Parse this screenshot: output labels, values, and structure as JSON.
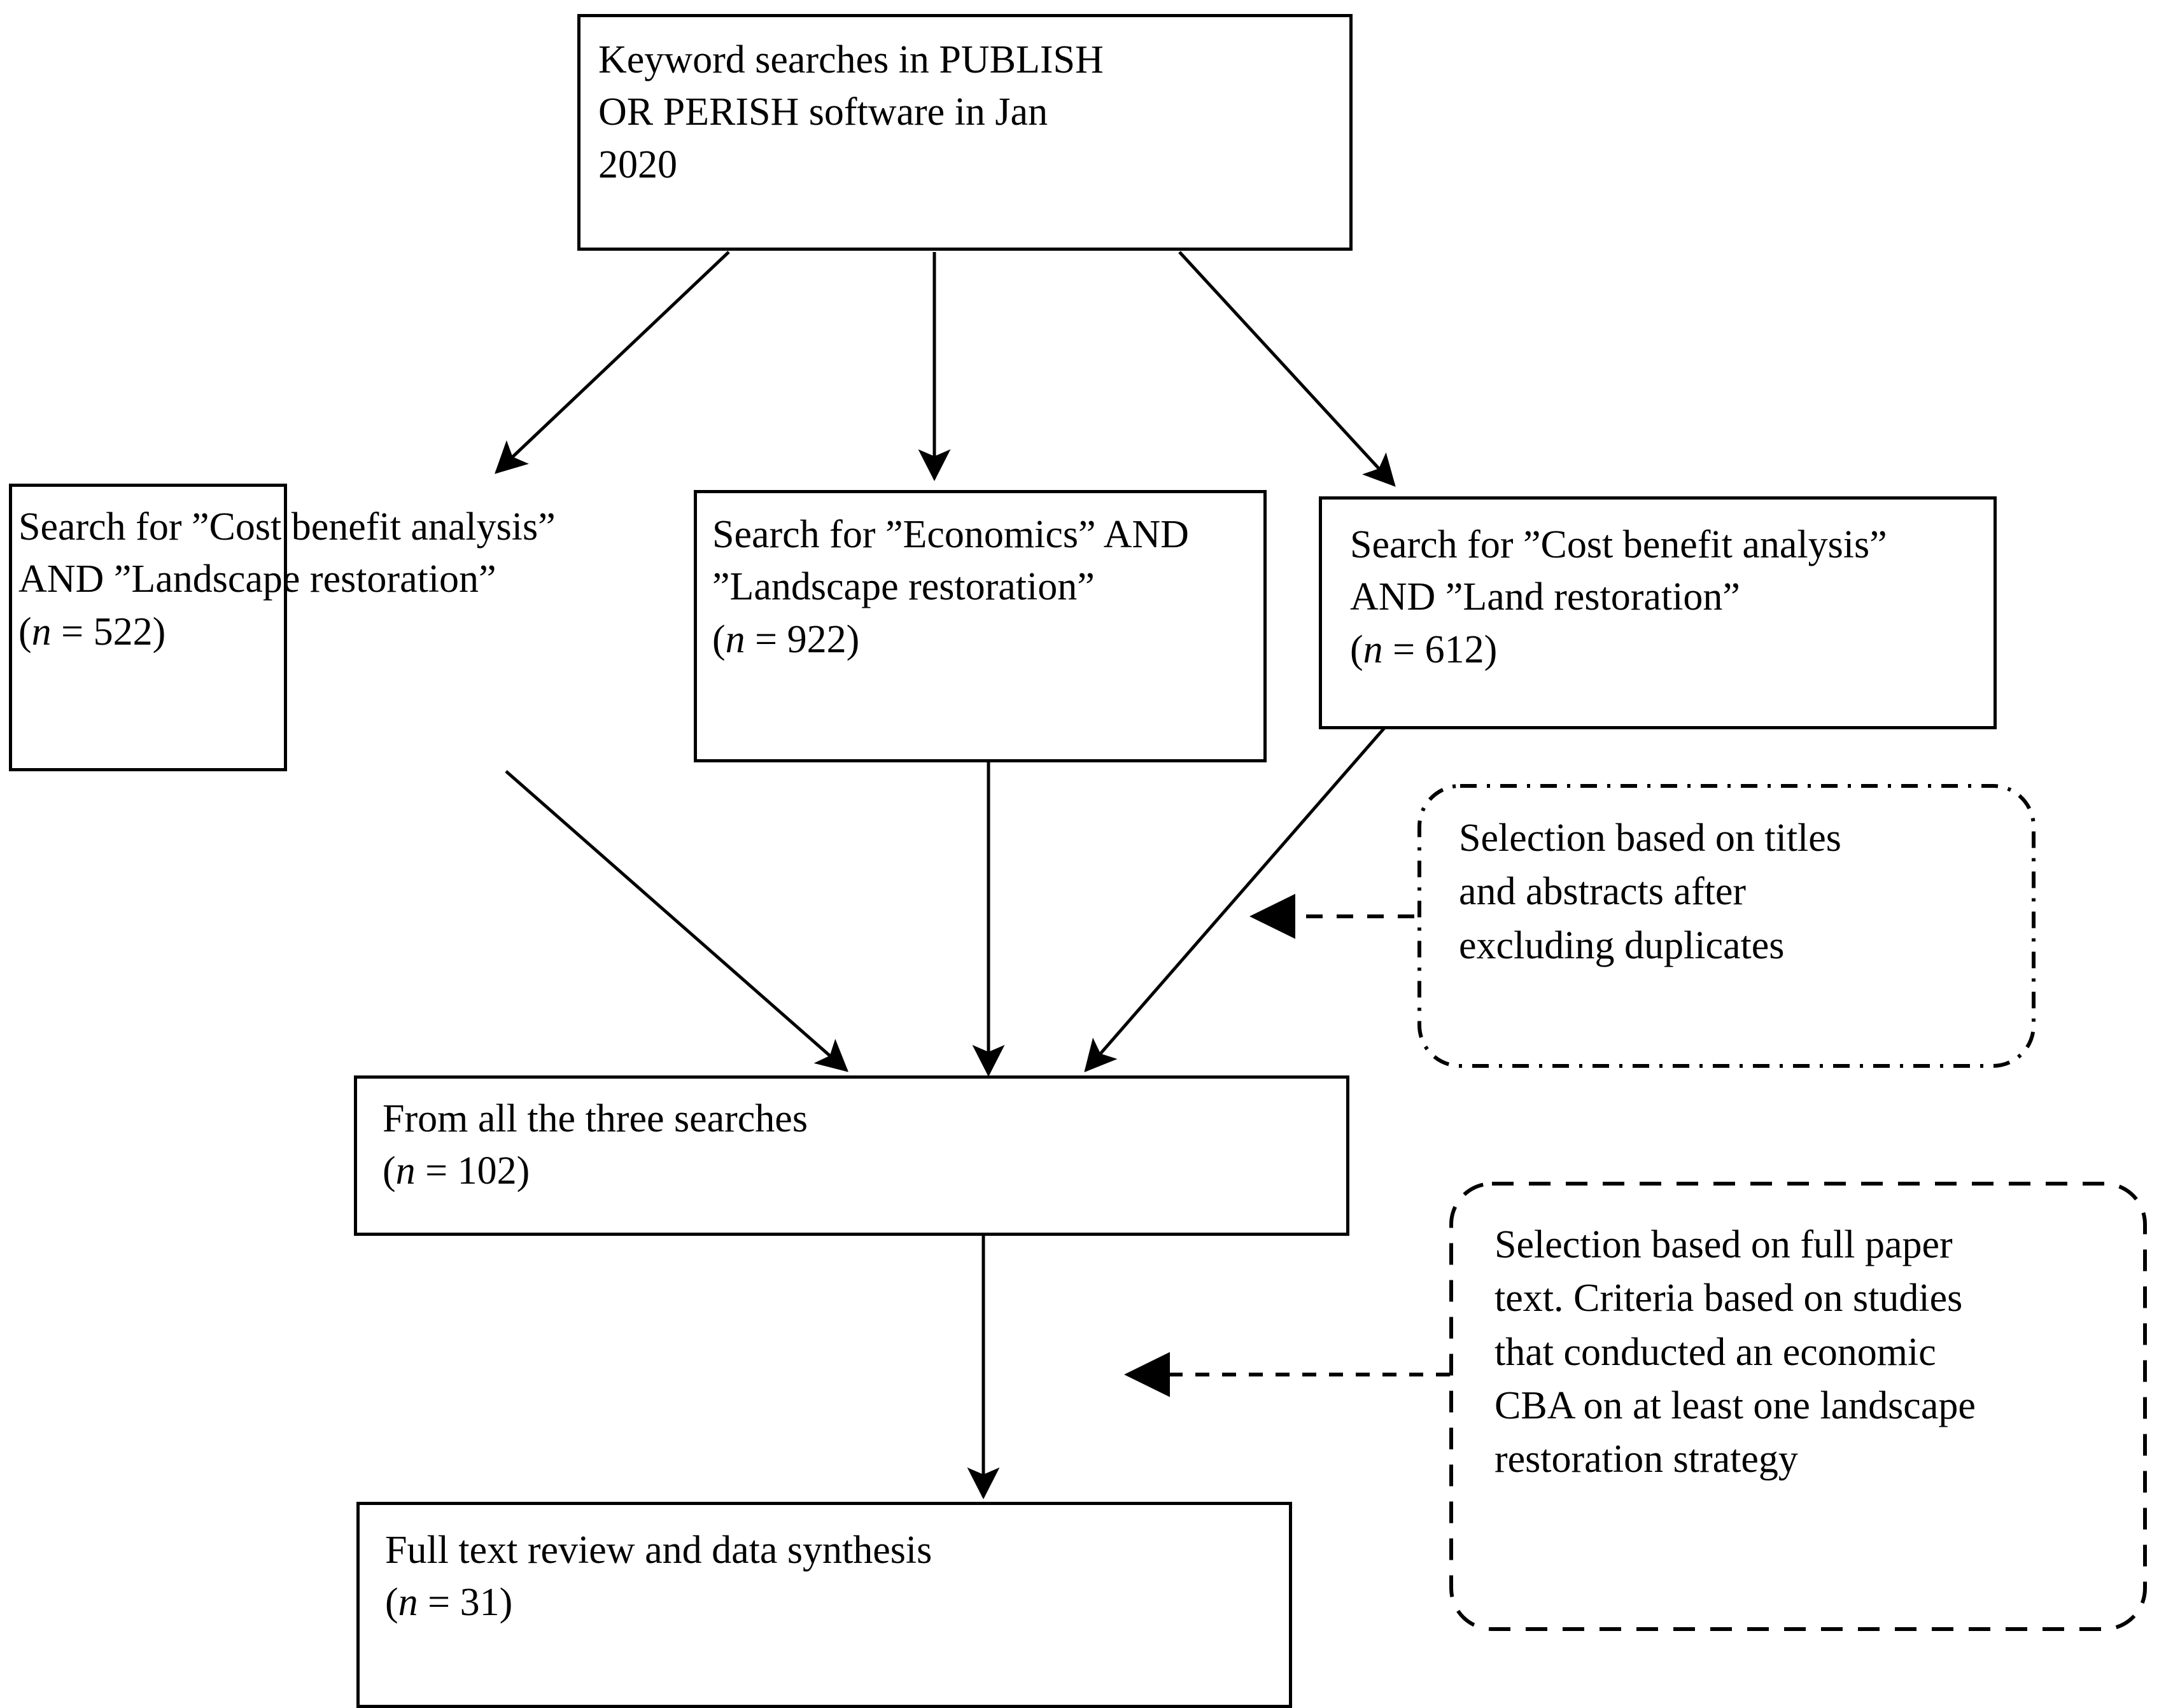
{
  "diagram": {
    "title": "Literature search and screening flowchart",
    "type": "flowchart",
    "stroke_color": "#000000",
    "background_color": "#ffffff"
  },
  "nodes": {
    "source": {
      "id": "keyword-searches",
      "line1": "Keyword searches in PUBLISH",
      "line2": "OR PERISH software in Jan",
      "line3": "2020"
    },
    "search1": {
      "id": "search-cba-landscape",
      "line1": "Search for ”Cost benefit analysis”",
      "line2": "AND ”Landscape restoration”",
      "count_prefix": "(",
      "count_var": "n",
      "count_eq": " = ",
      "count_value": "522",
      "count_suffix": ")"
    },
    "search2": {
      "id": "search-economics-landscape",
      "line1": "Search for ”Economics” AND",
      "line2": "”Landscape restoration”",
      "count_prefix": "(",
      "count_var": "n",
      "count_eq": " = ",
      "count_value": "922",
      "count_suffix": ")"
    },
    "search3": {
      "id": "search-cba-land",
      "line1": "Search for ”Cost benefit analysis”",
      "line2": "AND ”Land restoration”",
      "count_prefix": "(",
      "count_var": "n",
      "count_eq": " = ",
      "count_value": "612",
      "count_suffix": ")"
    },
    "combined": {
      "id": "from-all-three-searches",
      "line1": "From all the three searches",
      "count_prefix": "(",
      "count_var": "n",
      "count_eq": " = ",
      "count_value": "102",
      "count_suffix": ")"
    },
    "final": {
      "id": "full-text-review",
      "line1": "Full text review and data synthesis",
      "count_prefix": "(",
      "count_var": "n",
      "count_eq": " = ",
      "count_value": "31",
      "count_suffix": ")"
    }
  },
  "callouts": {
    "screening": {
      "id": "selection-titles-abstracts",
      "border_style": "dash-dot",
      "line1": "Selection based on titles",
      "line2": "and abstracts after",
      "line3": "excluding duplicates"
    },
    "eligibility": {
      "id": "selection-full-text",
      "border_style": "dashed",
      "line1": "Selection based on full paper",
      "line2": "text. Criteria based on studies",
      "line3": "that conducted an economic",
      "line4": "CBA on at least one landscape",
      "line5": "restoration strategy"
    }
  },
  "connectors": [
    {
      "name": "source-to-search1",
      "style": "solid",
      "arrow": "end"
    },
    {
      "name": "source-to-search2",
      "style": "solid",
      "arrow": "end"
    },
    {
      "name": "source-to-search3",
      "style": "solid",
      "arrow": "end"
    },
    {
      "name": "search1-to-combined",
      "style": "solid",
      "arrow": "end"
    },
    {
      "name": "search2-to-combined",
      "style": "solid",
      "arrow": "end"
    },
    {
      "name": "search3-to-combined",
      "style": "solid",
      "arrow": "end"
    },
    {
      "name": "combined-to-final",
      "style": "solid",
      "arrow": "end"
    },
    {
      "name": "screening-callout-to-flow",
      "style": "dashed",
      "arrow": "end"
    },
    {
      "name": "eligibility-callout-to-flow",
      "style": "dashed",
      "arrow": "end"
    }
  ]
}
